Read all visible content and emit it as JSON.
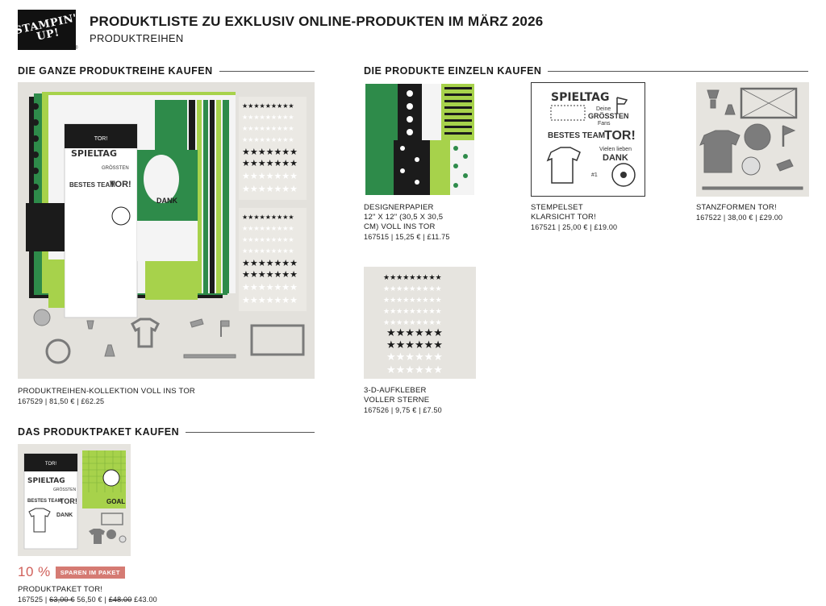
{
  "header": {
    "logo_text": "STAMPIN' UP!",
    "logo_reg": "®",
    "title": "PRODUKTLISTE ZU EXKLUSIV ONLINE-PRODUKTEN IM MÄRZ 2026",
    "subtitle": "PRODUKTREIHEN"
  },
  "sections": {
    "suite": "DIE GANZE PRODUKTREIHE KAUFEN",
    "individual": "DIE PRODUKTE EINZELN KAUFEN",
    "bundle": "DAS PRODUKTPAKET KAUFEN"
  },
  "products": {
    "collection": {
      "name": "PRODUKTREIHEN-KOLLEKTION VOLL INS TOR",
      "price": "167529 | 81,50 € | £62.25"
    },
    "paper": {
      "name_1": "DESIGNERPAPIER",
      "name_2": "12\" X 12\" (30,5 X 30,5",
      "name_3": "CM) VOLL INS TOR",
      "price": "167515 | 15,25 € | £11.75"
    },
    "stamps": {
      "name_1": "STEMPELSET",
      "name_2": "KLARSICHT TOR!",
      "price": "167521 | 25,00 € | £19.00"
    },
    "dies": {
      "name_1": "STANZFORMEN TOR!",
      "price": "167522 | 38,00 € | £29.00"
    },
    "stickers": {
      "name_1": "3-D-AUFKLEBER",
      "name_2": "VOLLER STERNE",
      "price": "167526 | 9,75 € | £7.50"
    },
    "bundle": {
      "name": "PRODUKTPAKET TOR!",
      "item_no": "167525 | ",
      "old_eur": "63,00 €",
      "new_eur": " 56,50 € | ",
      "old_gbp": "£48.00",
      "new_gbp": " £43.00",
      "discount": "10 %",
      "discount_tag": "SPAREN IM PAKET"
    }
  },
  "artwork_text": {
    "spieltag": "SPIELTAG",
    "deine": "Deine",
    "grossten": "GRÖSSTEN",
    "fans": "Fans",
    "bestes_team": "BESTES TEAM",
    "tor": "TOR!",
    "vielen": "Vielen lieben",
    "dank": "DANK",
    "number": "#1",
    "goal": "GOAL",
    "tor_label": "TOR!"
  },
  "colors": {
    "green": "#2e8b4a",
    "lime": "#a7d24b",
    "dark": "#1b1b1b",
    "bg_photo": "#e3e1dc",
    "die_gray": "#8e8e8e",
    "discount_red": "#d0605a"
  }
}
